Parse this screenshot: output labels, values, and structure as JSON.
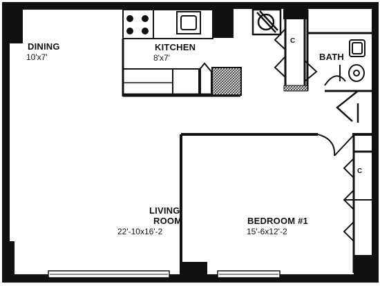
{
  "rooms": {
    "dining": {
      "name": "DINING",
      "size": "10'x7'"
    },
    "kitchen": {
      "name": "KITCHEN",
      "size": "8'x7'"
    },
    "bath": {
      "name": "BATH"
    },
    "living": {
      "name_line1": "LIVING",
      "name_line2": "ROOM",
      "size": "22'-10x16'-2"
    },
    "bedroom": {
      "name": "BEDROOM #1",
      "size": "15'-6x12'-2"
    }
  },
  "closet_marks": {
    "hall": "C",
    "bedroom": "C"
  },
  "colors": {
    "wall": "#111111",
    "paper": "#ffffff",
    "hatch": "#444444"
  }
}
